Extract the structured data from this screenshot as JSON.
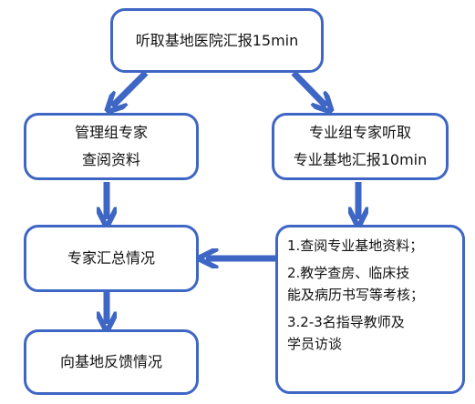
{
  "nodes": {
    "top": {
      "label": "听取基地医院汇报15min"
    },
    "mgmt": {
      "lines": [
        "管理组专家",
        "查阅资料"
      ]
    },
    "prof": {
      "lines": [
        "专业组专家听取",
        "专业基地汇报10min"
      ]
    },
    "summary": {
      "label": "专家汇总情况"
    },
    "feedback": {
      "label": "向基地反馈情况"
    },
    "tasks": {
      "items": [
        {
          "lines": [
            "1.查阅专业基地资料；"
          ]
        },
        {
          "lines": [
            "2.教学查房、临床技",
            "能及病历书写等考核；"
          ]
        },
        {
          "lines": [
            "3.2-3名指导教师及",
            "学员访谈"
          ]
        }
      ]
    }
  },
  "colors": {
    "border": "#3e66c4",
    "arrow": "#3e66c4"
  }
}
